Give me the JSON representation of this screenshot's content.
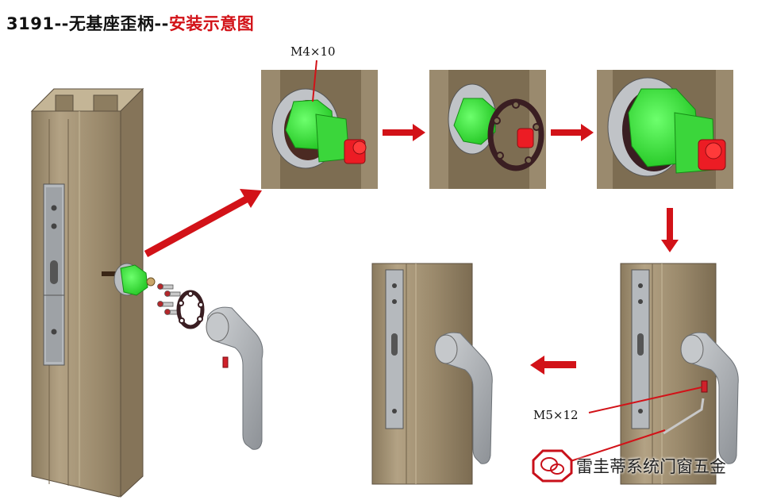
{
  "title": {
    "prefix": "3191--无基座歪柄--",
    "suffix": "安装示意图"
  },
  "labels": {
    "screw_top": "M4×10",
    "screw_bottom": "M5×12"
  },
  "watermark": {
    "text": "雷圭蒂系统门窗五金",
    "icon": "wechat-logo-icon"
  },
  "colors": {
    "accent": "#d21218",
    "profile": "#a08f73",
    "plate": "#b0b4b8",
    "spindle_green": "#33ee33",
    "panel_bg": "#7a6a50"
  }
}
